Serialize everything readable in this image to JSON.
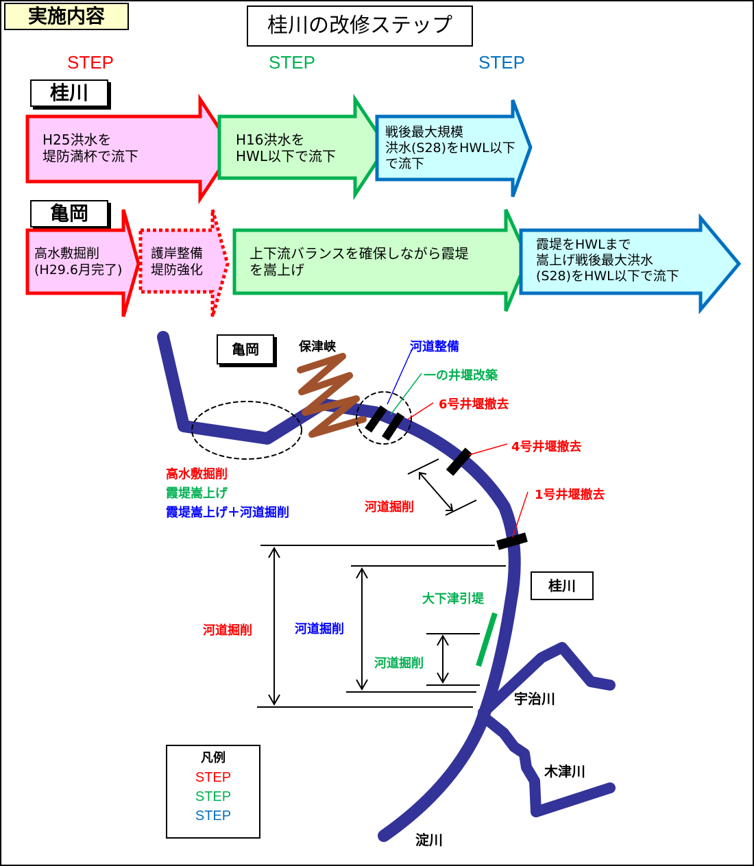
{
  "header": {
    "tag": "実施内容",
    "title": "桂川の改修ステップ"
  },
  "step_headers": [
    {
      "label": "STEP",
      "color": "#ff0000"
    },
    {
      "label": "STEP",
      "color": "#00b050"
    },
    {
      "label": "STEP",
      "color": "#0070c0"
    }
  ],
  "rows": {
    "katsura": {
      "label": "桂川",
      "arrows": [
        {
          "lines": [
            "H25洪水を",
            "堤防満杯で流下"
          ]
        },
        {
          "lines": [
            "H16洪水を",
            "HWL以下で流下"
          ]
        },
        {
          "lines": [
            "戦後最大規模",
            "洪水(S28)をHWL以下",
            "で流下"
          ]
        }
      ]
    },
    "kameoka": {
      "label": "亀岡",
      "arrows": [
        {
          "lines": [
            "高水敷掘削",
            "(H29.6月完了)"
          ]
        },
        {
          "lines": [
            "護岸整備",
            "堤防強化"
          ]
        },
        {
          "lines": [
            "上下流バランスを確保しながら霞堤",
            "を嵩上げ"
          ]
        },
        {
          "lines": [
            "霞堤をHWLまで",
            "嵩上げ戦後最大洪水",
            "(S28)をHWL以下で流下"
          ]
        }
      ]
    }
  },
  "map": {
    "kameoka_box": "亀岡",
    "hozukyo": "保津峡",
    "kadou_seibi": "河道整備",
    "ichinoi": "一の井堰改築",
    "weir6": "6号井堰撤去",
    "weir4": "4号井堰撤去",
    "weir1": "1号井堰撤去",
    "left_notes": [
      "高水敷掘削",
      "霞堤嵩上げ",
      "霞堤嵩上げ＋河道掘削"
    ],
    "kutsu_mid": "河道掘削",
    "kutsu_left": "河道掘削",
    "kutsu_center": "河道掘削",
    "kutsu_inner": "河道掘削",
    "ooshimozu": "大下津引堤",
    "katsura_box": "桂川",
    "uji": "宇治川",
    "kizu": "木津川",
    "yodo": "淀川"
  },
  "legend": {
    "title": "凡例",
    "items": [
      "STEP",
      "STEP",
      "STEP"
    ]
  },
  "colors": {
    "river": "#333399",
    "red": "#ff0000",
    "green": "#00b050",
    "blue": "#0070c0",
    "pink": "#ffccff",
    "lightgreen": "#ccffcc",
    "lightcyan": "#ccffff",
    "gorge": "#a0522d"
  }
}
